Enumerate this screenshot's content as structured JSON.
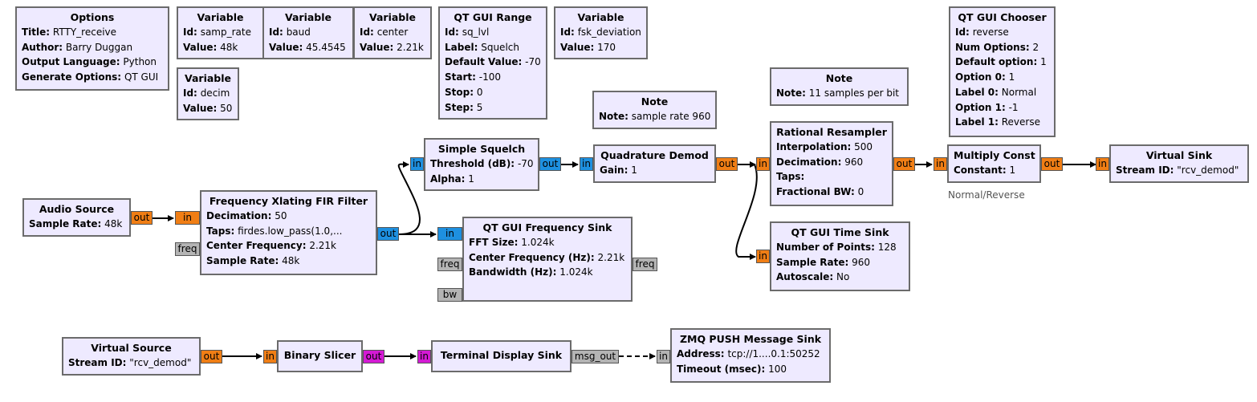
{
  "blocks": {
    "options": {
      "title": "Options",
      "params": [
        {
          "k": "Title:",
          "v": "RTTY_receive"
        },
        {
          "k": "Author:",
          "v": "Barry Duggan"
        },
        {
          "k": "Output Language:",
          "v": "Python"
        },
        {
          "k": "Generate Options:",
          "v": "QT GUI"
        }
      ]
    },
    "var_samp_rate": {
      "title": "Variable",
      "params": [
        {
          "k": "Id:",
          "v": "samp_rate"
        },
        {
          "k": "Value:",
          "v": "48k"
        }
      ]
    },
    "var_baud": {
      "title": "Variable",
      "params": [
        {
          "k": "Id:",
          "v": "baud"
        },
        {
          "k": "Value:",
          "v": "45.4545"
        }
      ]
    },
    "var_center": {
      "title": "Variable",
      "params": [
        {
          "k": "Id:",
          "v": "center"
        },
        {
          "k": "Value:",
          "v": "2.21k"
        }
      ]
    },
    "var_decim": {
      "title": "Variable",
      "params": [
        {
          "k": "Id:",
          "v": "decim"
        },
        {
          "k": "Value:",
          "v": "50"
        }
      ]
    },
    "qt_range": {
      "title": "QT GUI Range",
      "params": [
        {
          "k": "Id:",
          "v": "sq_lvl"
        },
        {
          "k": "Label:",
          "v": "Squelch"
        },
        {
          "k": "Default Value:",
          "v": "-70"
        },
        {
          "k": "Start:",
          "v": "-100"
        },
        {
          "k": "Stop:",
          "v": "0"
        },
        {
          "k": "Step:",
          "v": "5"
        }
      ]
    },
    "var_fsk": {
      "title": "Variable",
      "params": [
        {
          "k": "Id:",
          "v": "fsk_deviation"
        },
        {
          "k": "Value:",
          "v": "170"
        }
      ]
    },
    "note_960": {
      "title": "Note",
      "params": [
        {
          "k": "Note:",
          "v": "sample rate 960"
        }
      ]
    },
    "note_11": {
      "title": "Note",
      "params": [
        {
          "k": "Note:",
          "v": "11 samples per bit"
        }
      ]
    },
    "qt_chooser": {
      "title": "QT GUI Chooser",
      "params": [
        {
          "k": "Id:",
          "v": "reverse"
        },
        {
          "k": "Num Options:",
          "v": "2"
        },
        {
          "k": "Default option:",
          "v": "1"
        },
        {
          "k": "Option 0:",
          "v": "1"
        },
        {
          "k": "Label 0:",
          "v": "Normal"
        },
        {
          "k": "Option 1:",
          "v": "-1"
        },
        {
          "k": "Label 1:",
          "v": "Reverse"
        }
      ]
    },
    "audio_source": {
      "title": "Audio Source",
      "params": [
        {
          "k": "Sample Rate:",
          "v": "48k"
        }
      ]
    },
    "freq_xlating": {
      "title": "Frequency Xlating FIR Filter",
      "params": [
        {
          "k": "Decimation:",
          "v": "50"
        },
        {
          "k": "Taps:",
          "v": "firdes.low_pass(1.0,..."
        },
        {
          "k": "Center Frequency:",
          "v": "2.21k"
        },
        {
          "k": "Sample Rate:",
          "v": "48k"
        }
      ]
    },
    "simple_squelch": {
      "title": "Simple Squelch",
      "params": [
        {
          "k": "Threshold (dB):",
          "v": "-70"
        },
        {
          "k": "Alpha:",
          "v": "1"
        }
      ]
    },
    "quad_demod": {
      "title": "Quadrature Demod",
      "params": [
        {
          "k": "Gain:",
          "v": "1"
        }
      ]
    },
    "qt_freq_sink": {
      "title": "QT GUI Frequency Sink",
      "params": [
        {
          "k": "FFT Size:",
          "v": "1.024k"
        },
        {
          "k": "Center Frequency (Hz):",
          "v": "2.21k"
        },
        {
          "k": "Bandwidth (Hz):",
          "v": "1.024k"
        }
      ]
    },
    "rational_resampler": {
      "title": "Rational Resampler",
      "params": [
        {
          "k": "Interpolation:",
          "v": "500"
        },
        {
          "k": "Decimation:",
          "v": "960"
        },
        {
          "k": "Taps:",
          "v": ""
        },
        {
          "k": "Fractional BW:",
          "v": "0"
        }
      ]
    },
    "multiply_const": {
      "title": "Multiply Const",
      "params": [
        {
          "k": "Constant:",
          "v": "1"
        }
      ]
    },
    "virtual_sink": {
      "title": "Virtual Sink",
      "params": [
        {
          "k": "Stream ID:",
          "v": "\"rcv_demod\""
        }
      ]
    },
    "qt_time_sink": {
      "title": "QT GUI Time Sink",
      "params": [
        {
          "k": "Number of Points:",
          "v": "128"
        },
        {
          "k": "Sample Rate:",
          "v": "960"
        },
        {
          "k": "Autoscale:",
          "v": "No"
        }
      ]
    },
    "virtual_source": {
      "title": "Virtual Source",
      "params": [
        {
          "k": "Stream ID:",
          "v": "\"rcv_demod\""
        }
      ]
    },
    "binary_slicer": {
      "title": "Binary Slicer",
      "params": []
    },
    "terminal_display": {
      "title": "Terminal Display Sink",
      "params": []
    },
    "zmq_push": {
      "title": "ZMQ PUSH Message Sink",
      "params": [
        {
          "k": "Address:",
          "v": "tcp://1....0.1:50252"
        },
        {
          "k": "Timeout (msec):",
          "v": "100"
        }
      ]
    }
  },
  "captions": {
    "multiply_const": "Normal/Reverse"
  },
  "ports": {
    "out": "out",
    "in": "in",
    "freq": "freq",
    "bw": "bw",
    "msg_out": "msg_out"
  },
  "colors": {
    "block_fill": "#eeeaff",
    "block_border": "#6b6b6b",
    "port_float": "#f07e15",
    "port_complex": "#1e90e0",
    "port_byte": "#d41ad4",
    "port_message": "#b4b4b4"
  }
}
